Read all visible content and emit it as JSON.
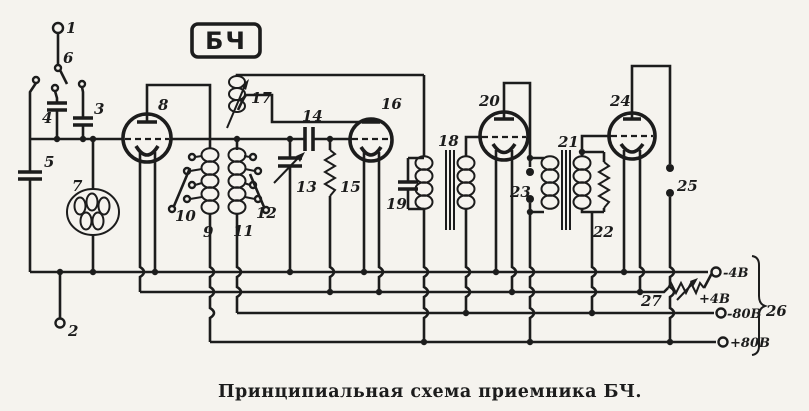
{
  "colors": {
    "ink": "#1c1c1c",
    "paper": "#f5f3ee"
  },
  "badge": "БЧ",
  "caption": "Принципиальная схема приемника БЧ.",
  "component_labels": {
    "c1": "1",
    "c2": "2",
    "c3": "3",
    "c4": "4",
    "c5": "5",
    "c6": "6",
    "c7": "7",
    "c8": "8",
    "c9": "9",
    "c10": "10",
    "c11": "11",
    "c12": "12",
    "c13": "13",
    "c14": "14",
    "c15": "15",
    "c16": "16",
    "c17": "17",
    "c18": "18",
    "c19": "19",
    "c20": "20",
    "c21": "21",
    "c22": "22",
    "c23": "23",
    "c24": "24",
    "c25": "25",
    "c26": "26",
    "c27": "27"
  },
  "power_terminals": {
    "t_minus4": "-4В",
    "t_plus4": "+4В",
    "t_minus80": "-80В",
    "t_plus80": "+80В"
  }
}
